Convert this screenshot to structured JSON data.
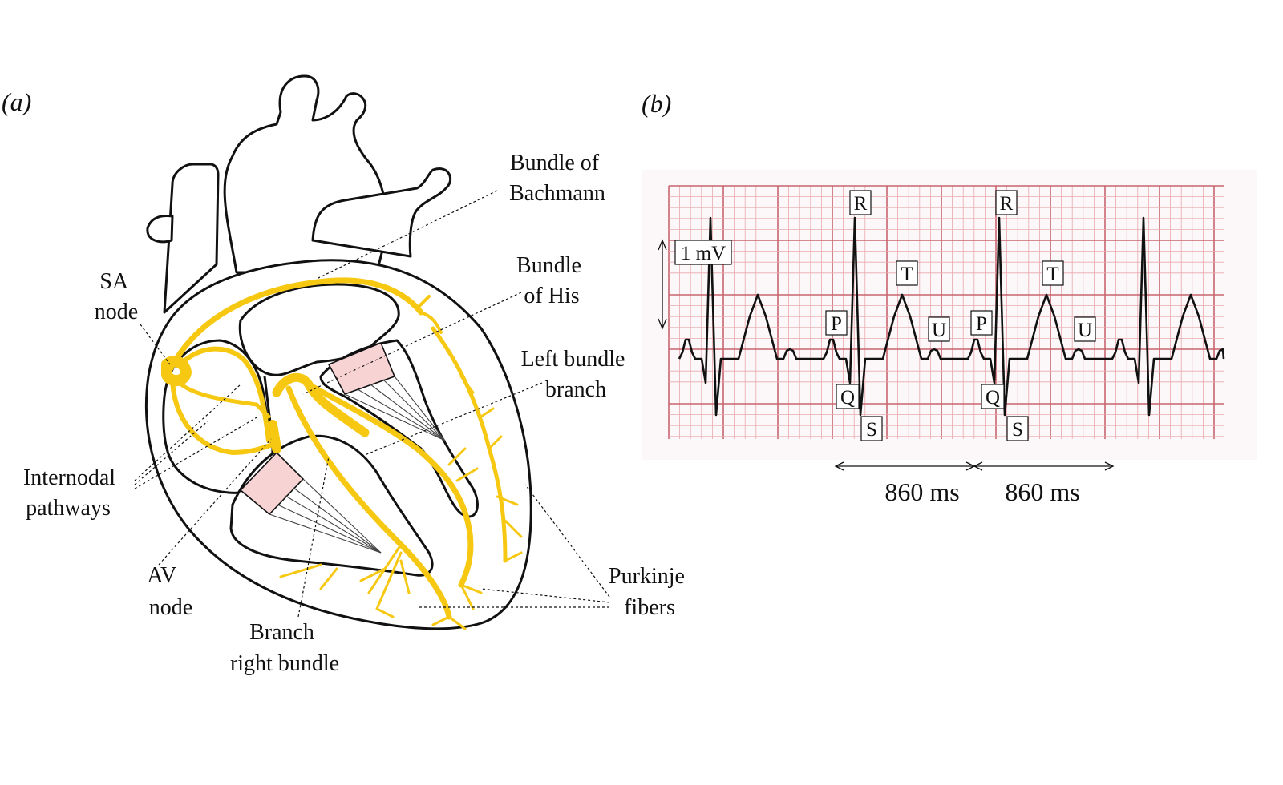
{
  "panels": {
    "a": "(a)",
    "b": "(b)"
  },
  "colors": {
    "conduction": "#f6c812",
    "valve": "#f7d3d4",
    "ecg_minor_grid": "#e8a9ae",
    "ecg_major_grid": "#c8646f",
    "ecg_trace": "#111111"
  },
  "heart_labels": {
    "bundle_bachmann": [
      "Bundle of",
      "Bachmann"
    ],
    "sa_node": [
      "SA",
      "node"
    ],
    "bundle_his": [
      "Bundle",
      "of His"
    ],
    "left_bundle": [
      "Left bundle",
      "branch"
    ],
    "internodal": [
      "Internodal",
      "pathways"
    ],
    "av_node": [
      "AV",
      "node"
    ],
    "right_bundle": [
      "Branch",
      "right bundle"
    ],
    "purkinje": [
      "Purkinje",
      "fibers"
    ]
  },
  "ecg": {
    "scale_label": "1 mV",
    "waves": [
      "P",
      "Q",
      "R",
      "S",
      "T",
      "U"
    ],
    "intervals": [
      "860 ms",
      "860 ms"
    ]
  }
}
